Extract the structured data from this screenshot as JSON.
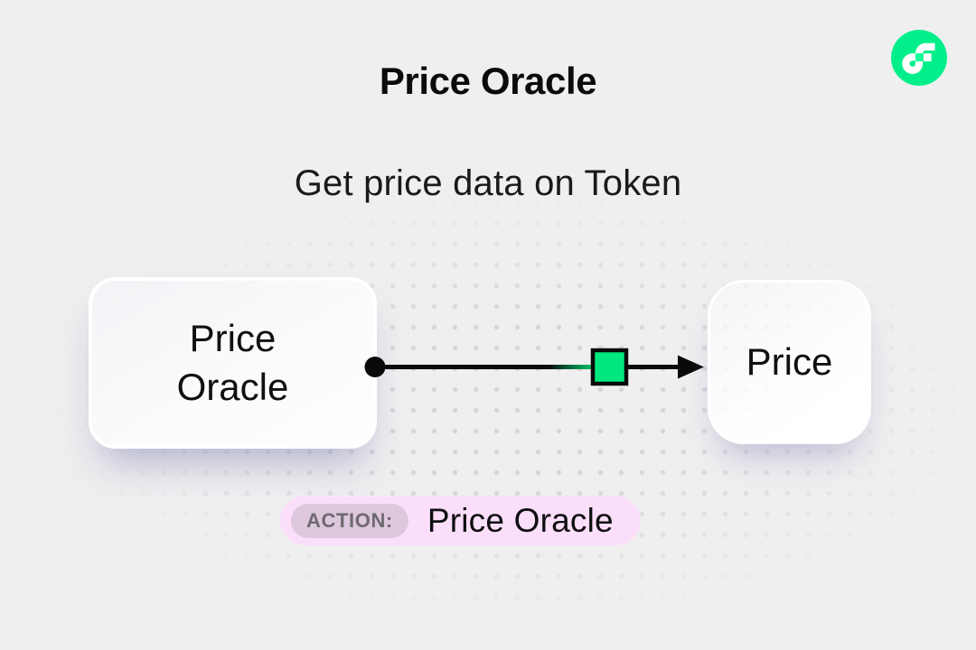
{
  "page": {
    "title": "Price Oracle",
    "subtitle": "Get price data on Token"
  },
  "header": {
    "logo": {
      "icon": "flow-logo",
      "brand_color": "#00EF8B",
      "accent_square_color": "#16FF99"
    }
  },
  "diagram": {
    "source_node": {
      "label": "Price Oracle"
    },
    "target_node": {
      "label": "Price"
    },
    "connector": {
      "style": "arrow-with-marker",
      "line_color": "#0A0A0A",
      "marker_color": "#00E87D"
    }
  },
  "action_badge": {
    "label": "ACTION:",
    "value": "Price Oracle",
    "bg_color": "#FBDEF9",
    "label_bg_color": "#DCC7DC"
  },
  "canvas": {
    "bg_color": "#EFEFF0",
    "dot_color": "#D7D7D9"
  }
}
